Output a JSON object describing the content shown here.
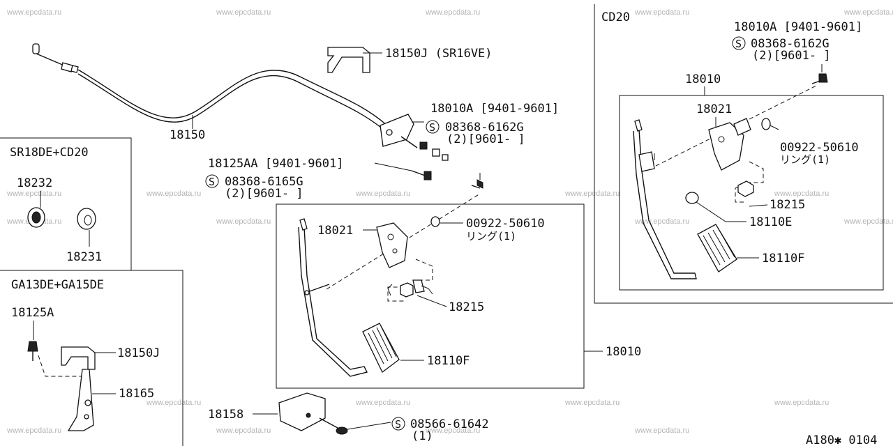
{
  "watermark": "www.epcdata.ru",
  "page_code": "A180✱ 0104",
  "main_labels": {
    "cable": "18150",
    "bracket_sr16ve": "18150J (SR16VE)",
    "pedal_assy_a": "18010A [9401-9601]",
    "bolt_a_number": "08368-6162G",
    "bolt_a_qty": "(2)[9601-      ]",
    "clamp_aa": "18125AA [9401-9601]",
    "bolt_b_number": "08368-6165G",
    "bolt_b_qty": "(2)[9601-      ]",
    "lever": "18021",
    "ring_number": "00922-50610",
    "ring_text": "リング(1)",
    "spring": "18215",
    "pad": "18110F",
    "pedal_assy": "18010",
    "stopper": "18158",
    "screw_number": "08566-61642",
    "screw_qty": "(1)"
  },
  "box_sr18de": {
    "title": "SR18DE+CD20",
    "part_a": "18232",
    "part_b": "18231"
  },
  "box_ga13de": {
    "title": "GA13DE+GA15DE",
    "clamp": "18125A",
    "bracket": "18150J",
    "plate": "18165"
  },
  "box_cd20": {
    "title": "CD20",
    "pedal_assy_a": "18010A [9401-9601]",
    "bolt_number": "08368-6162G",
    "bolt_qty": "(2)[9601-      ]",
    "pedal_assy": "18010",
    "lever": "18021",
    "ring_number": "00922-50610",
    "ring_text": "リング(1)",
    "spring": "18215",
    "stopper": "18110E",
    "pad": "18110F"
  },
  "symbols": {
    "standard_part": "S"
  }
}
